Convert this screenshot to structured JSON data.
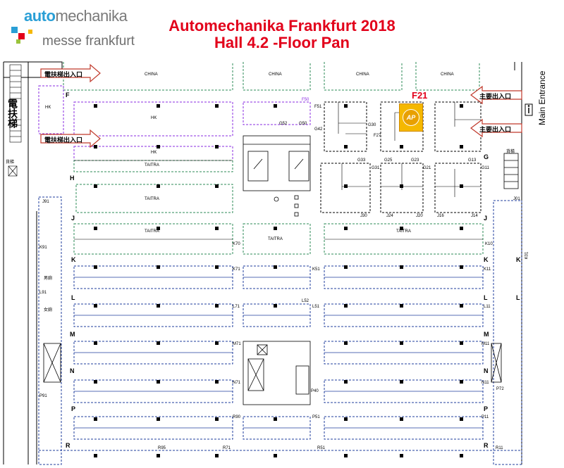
{
  "header": {
    "logo_auto": "auto",
    "logo_mechanika": "mechanika",
    "logo_messe": "messe frankfurt",
    "title_line1": "Automechanika Frankfurt 2018",
    "title_line2": "Hall 4.2 -Floor Pan"
  },
  "colors": {
    "title_red": "#e2001a",
    "china_green": "#2e8b57",
    "hk_purple": "#8a2be2",
    "taitra_green": "#2e8b57",
    "aisle_blue": "#1f3c9e",
    "booth_black": "#000000",
    "highlight": "#f5b800"
  },
  "stand": {
    "code": "F21",
    "logo_text": "AP"
  },
  "entrance": {
    "main_label": "Main Entrance",
    "info_icon": "info-icon"
  },
  "arrows": {
    "escalator_exit": "電扶梯出入口",
    "main_exit": "主要出入口"
  },
  "vertical_labels": {
    "escalator": "電扶梯"
  },
  "zone_labels": {
    "china": "CHINA",
    "hk": "HK",
    "taitra": "TAITRA"
  },
  "rows": [
    "F",
    "G",
    "H",
    "J",
    "K",
    "L",
    "M",
    "N",
    "P",
    "R"
  ],
  "stand_codes": {
    "f50": "F50",
    "f51": "F51",
    "g52": "G52",
    "g50": "G50",
    "g42": "G42",
    "g30": "G30",
    "f27": "F27",
    "g33": "G33",
    "g31": "G31",
    "g25": "G25",
    "g23": "G23",
    "g21": "G21",
    "g13": "G13",
    "g11": "G11",
    "j30": "J30",
    "j24": "J24",
    "j20": "J20",
    "j16": "J16",
    "j14": "J14",
    "j91": "J91",
    "j01": "J01",
    "k70": "K70",
    "k10": "K10",
    "k91": "K91",
    "k01": "K01",
    "k71": "K71",
    "k51": "K51",
    "k11": "K11",
    "l91": "L91",
    "l71": "L71",
    "l52": "L52",
    "l51": "L51",
    "l11": "L11",
    "m71": "M71",
    "m11": "M11",
    "n71": "N71",
    "n11": "N11",
    "p40": "P40",
    "p91": "P91",
    "p72": "P72",
    "r90": "R90",
    "p51": "P51",
    "p11": "P11",
    "r95": "R95",
    "r71": "R71",
    "r51": "R51",
    "r11": "R11"
  },
  "misc_labels": {
    "lift": "貨梯",
    "m_room": "男廁",
    "f_room": "女廁"
  }
}
